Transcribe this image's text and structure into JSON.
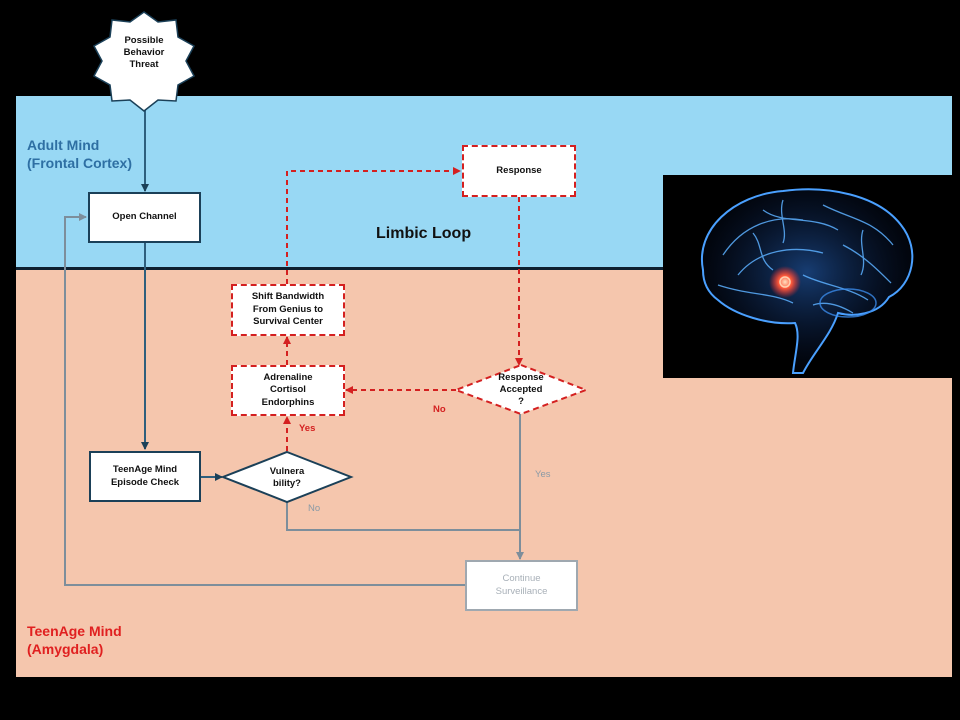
{
  "lanes": {
    "adult_label": "Adult Mind\n(Frontal Cortex)",
    "teen_label": "TeenAge Mind\n(Amygdala)",
    "adult_color": "#98d8f4",
    "teen_color": "#f5c6ad"
  },
  "title": "Limbic Loop",
  "nodes": {
    "start": "Possible\nBehavior\nThreat",
    "open_channel": "Open Channel",
    "episode_check": "TeenAge Mind\nEpisode Check",
    "vulnerability": "Vulnera\nbility?",
    "adrenaline": "Adrenaline\nCortisol\nEndorphins",
    "shift_bandwidth": "Shift Bandwidth\nFrom Genius to\nSurvival Center",
    "response": "Response",
    "response_accepted": "Response\nAccepted\n?",
    "surveillance": "Continue\nSurveillance"
  },
  "edges": {
    "yes_vuln": "Yes",
    "no_vuln": "No",
    "no_accepted": "No",
    "yes_accepted": "Yes"
  },
  "colors": {
    "dashed_path": "#d42020",
    "solid_path": "#1b4058",
    "grey_path": "#8a9aa6"
  },
  "image": {
    "icon": "brain-scan-image"
  }
}
